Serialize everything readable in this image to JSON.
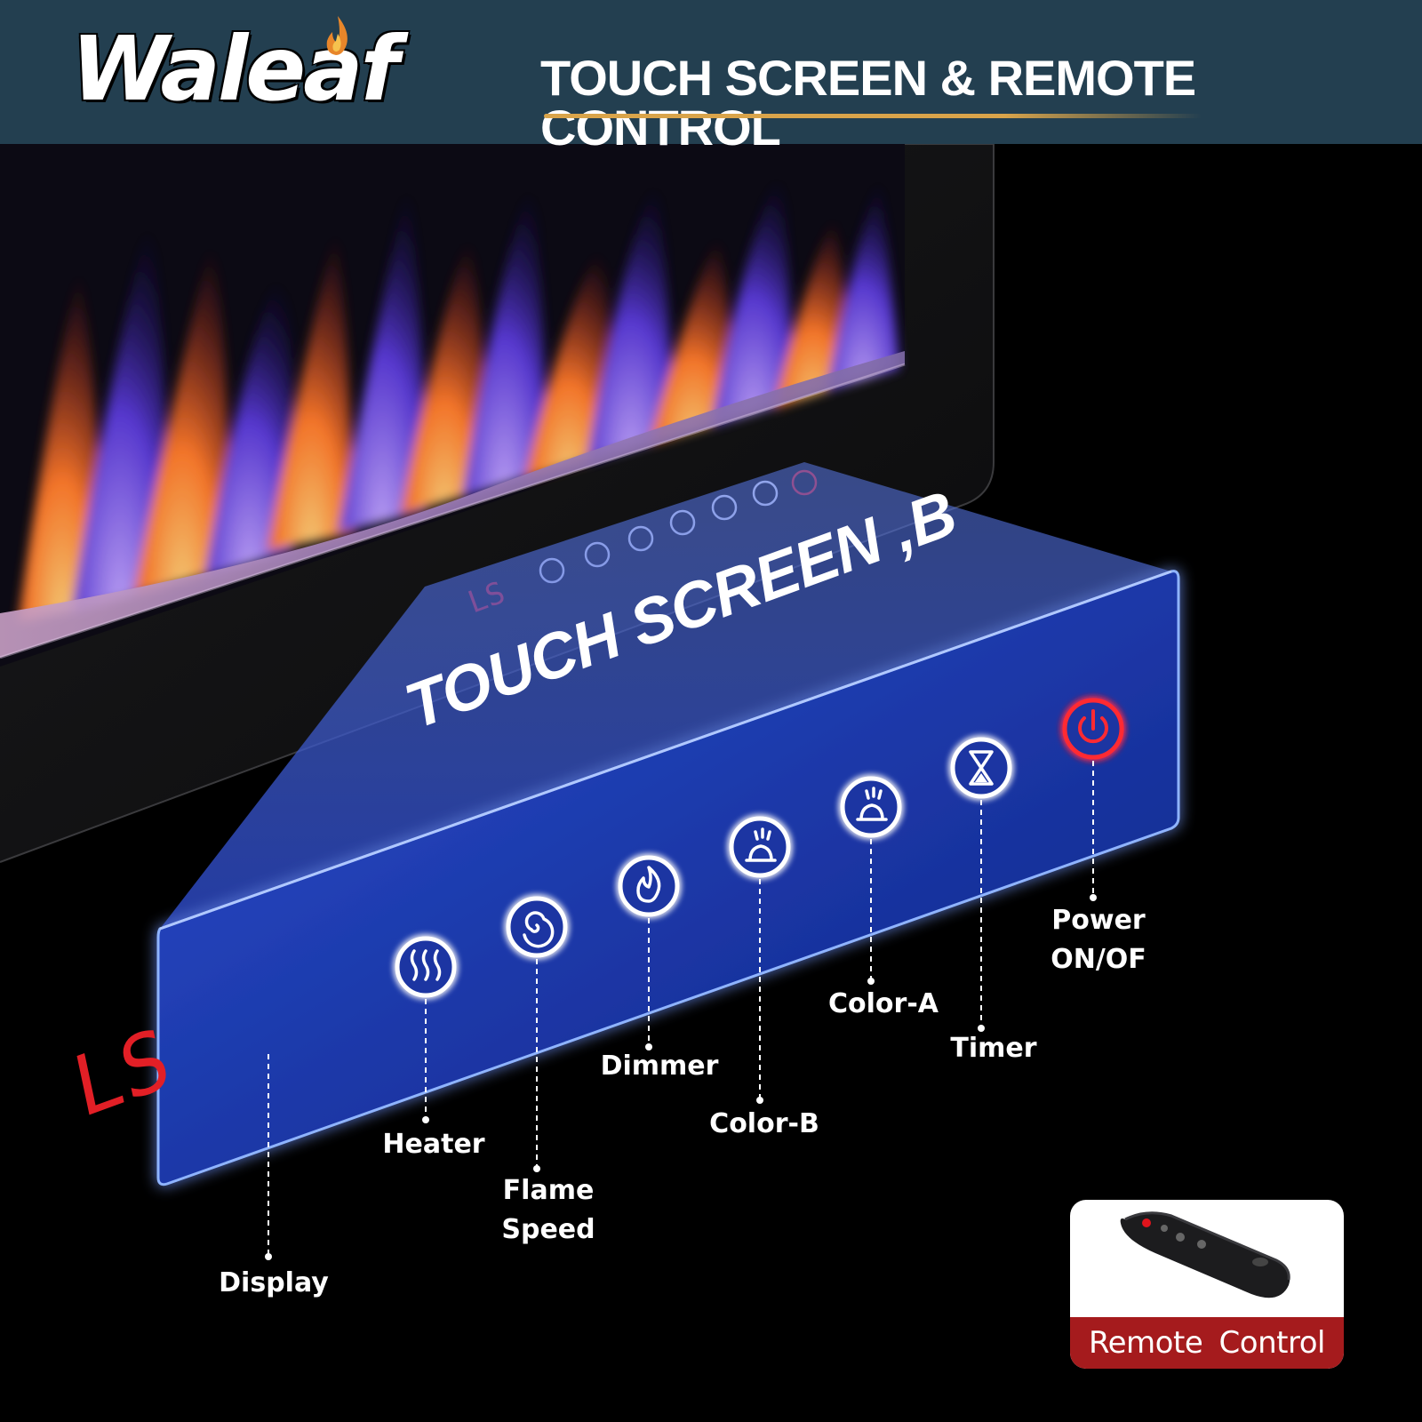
{
  "header": {
    "brand": "Waleaf",
    "title": "TOUCH SCREEN & REMOTE CONTROL"
  },
  "panel": {
    "title": "TOUCH SCREEN ,B",
    "display_value": "LS"
  },
  "callouts": {
    "display": "Display",
    "heater": "Heater",
    "flame_speed_line1": "Flame",
    "flame_speed_line2": "Speed",
    "dimmer": "Dimmer",
    "color_b": "Color-B",
    "color_a": "Color-A",
    "timer": "Timer",
    "power_line1": "Power",
    "power_line2": "ON/OF"
  },
  "remote": {
    "label": "Remote  Control"
  },
  "colors": {
    "header_bg": "#233f50",
    "accent_gold": "#d9a44a",
    "panel_blue": "#1f3fb0",
    "power_red": "#e0141c",
    "remote_label_bg": "#a51b1d"
  },
  "icons": [
    "heater-icon",
    "flame-speed-icon",
    "dimmer-icon",
    "color-b-icon",
    "color-a-icon",
    "timer-icon",
    "power-icon",
    "flame-logo-icon"
  ]
}
